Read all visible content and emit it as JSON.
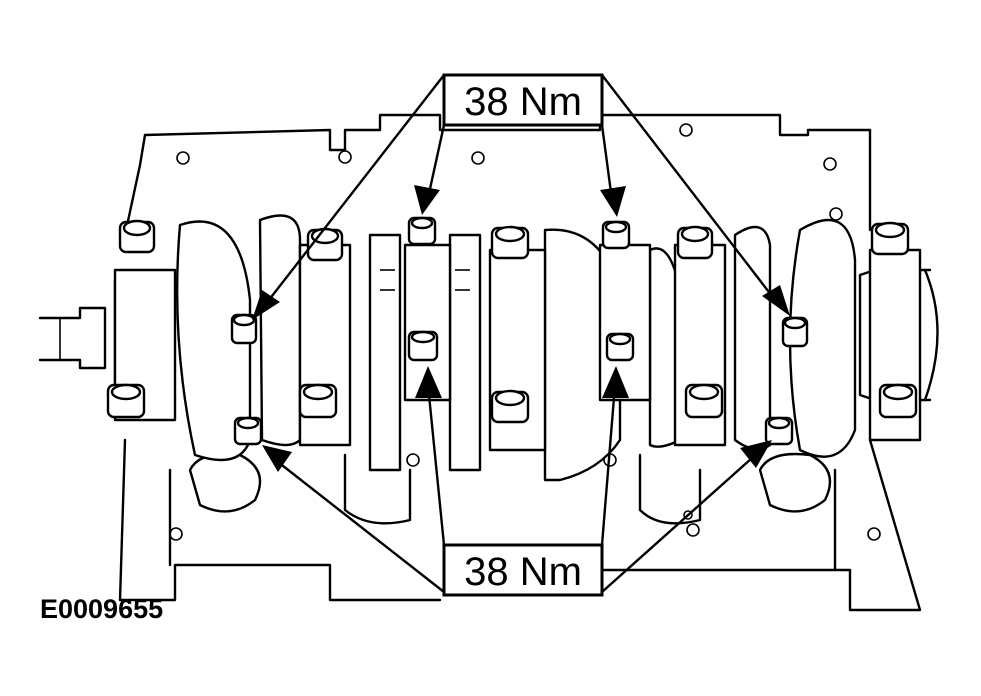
{
  "figure_id": "E0009655",
  "callouts": [
    {
      "label": "38 Nm",
      "position": "top"
    },
    {
      "label": "38 Nm",
      "position": "bottom"
    }
  ],
  "colors": {
    "line": "#000000",
    "background": "#ffffff"
  }
}
